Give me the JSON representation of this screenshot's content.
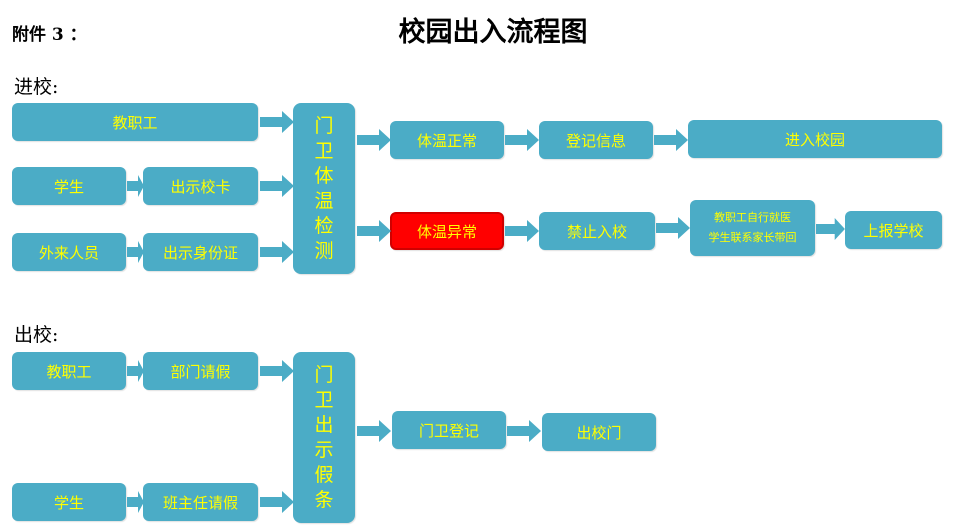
{
  "header": {
    "attachment": "附件 3 ：",
    "title": "校园出入流程图"
  },
  "colors": {
    "box": "#4bacc6",
    "box_text": "#ffff00",
    "alert": "#ff0000"
  },
  "enter": {
    "heading": "进校:",
    "staff": "教职工",
    "student": "学生",
    "student_action": "出示校卡",
    "visitor": "外来人员",
    "visitor_action": "出示身份证",
    "gate_check": [
      "门",
      "卫",
      "体",
      "温",
      "检",
      "测"
    ],
    "temp_normal": "体温正常",
    "register": "登记信息",
    "enter_campus": "进入校园",
    "temp_abnormal": "体温异常",
    "no_entry": "禁止入校",
    "followup_line1": "教职工自行就医",
    "followup_line2": "学生联系家长带回",
    "report_school": "上报学校"
  },
  "exit": {
    "heading": "出校:",
    "staff": "教职工",
    "staff_leave": "部门请假",
    "student": "学生",
    "student_leave": "班主任请假",
    "gate_pass": [
      "门",
      "卫",
      "出",
      "示",
      "假",
      "条"
    ],
    "gate_register": "门卫登记",
    "exit_gate": "出校门"
  }
}
